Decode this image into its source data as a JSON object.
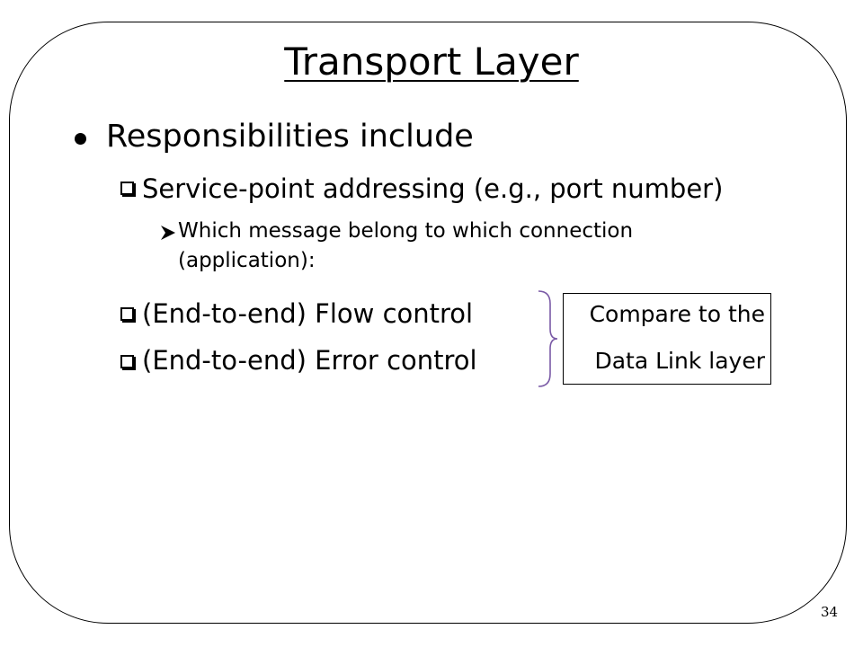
{
  "slide": {
    "title": "Transport Layer",
    "bullet": "Responsibilities include",
    "sub_items": [
      "Service-point addressing (e.g., port number)",
      "(End-to-end) Flow control",
      "(End-to-end) Error control"
    ],
    "detail": "Which message belong to which connection (application):",
    "compare_note": [
      "Compare to the",
      "Data Link layer"
    ],
    "page_number": "34"
  },
  "icons": {
    "bullet": "filled-circle-bullet-icon",
    "sub_bullet": "shadowed-square-bullet-icon",
    "detail_bullet": "arrowhead-bullet-icon",
    "grouping": "right-brace-icon"
  }
}
